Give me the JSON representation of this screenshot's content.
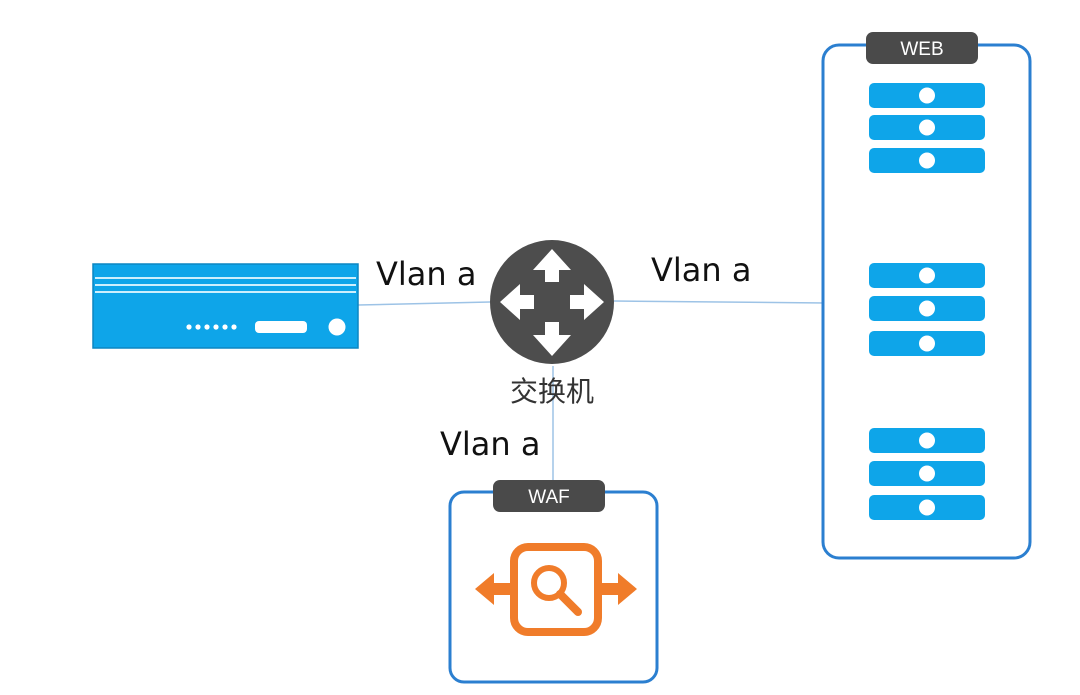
{
  "links": {
    "left_label": "Vlan a",
    "right_label": "Vlan a",
    "bottom_label": "Vlan a"
  },
  "switch": {
    "label": "交换机",
    "icon": "router-arrows-icon"
  },
  "web_group": {
    "tab_label": "WEB",
    "server_stack_count": 3,
    "icon": "server-stack-icon"
  },
  "waf_group": {
    "tab_label": "WAF",
    "icon": "waf-inspect-icon"
  },
  "appliance": {
    "icon": "network-appliance-icon"
  },
  "colors": {
    "device_blue": "#0ea5e9",
    "group_border_blue": "#2b7fd0",
    "tab_gray": "#4a4a4a",
    "switch_gray": "#4d4d4d",
    "waf_orange": "#f07c2a",
    "link_line": "#9dc3e6"
  }
}
